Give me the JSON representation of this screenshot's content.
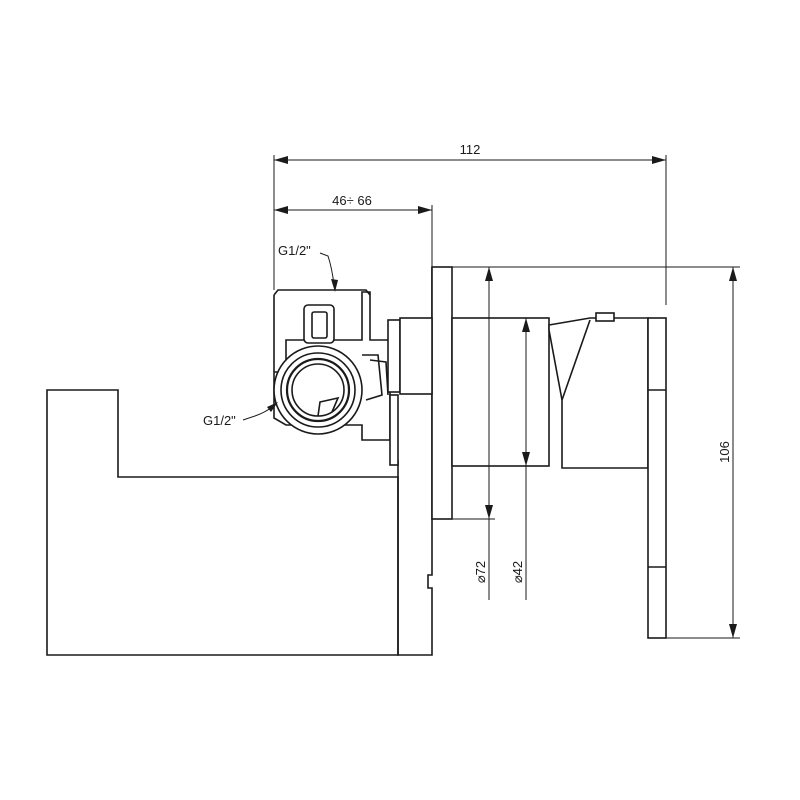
{
  "dimensions": {
    "overall_length": "112",
    "wall_depth_range": "46÷ 66",
    "overall_height": "106",
    "plate_diameter": "⌀72",
    "body_diameter": "⌀42"
  },
  "connections": {
    "top_inlet": "G1/2\"",
    "side_inlet": "G1/2\""
  }
}
